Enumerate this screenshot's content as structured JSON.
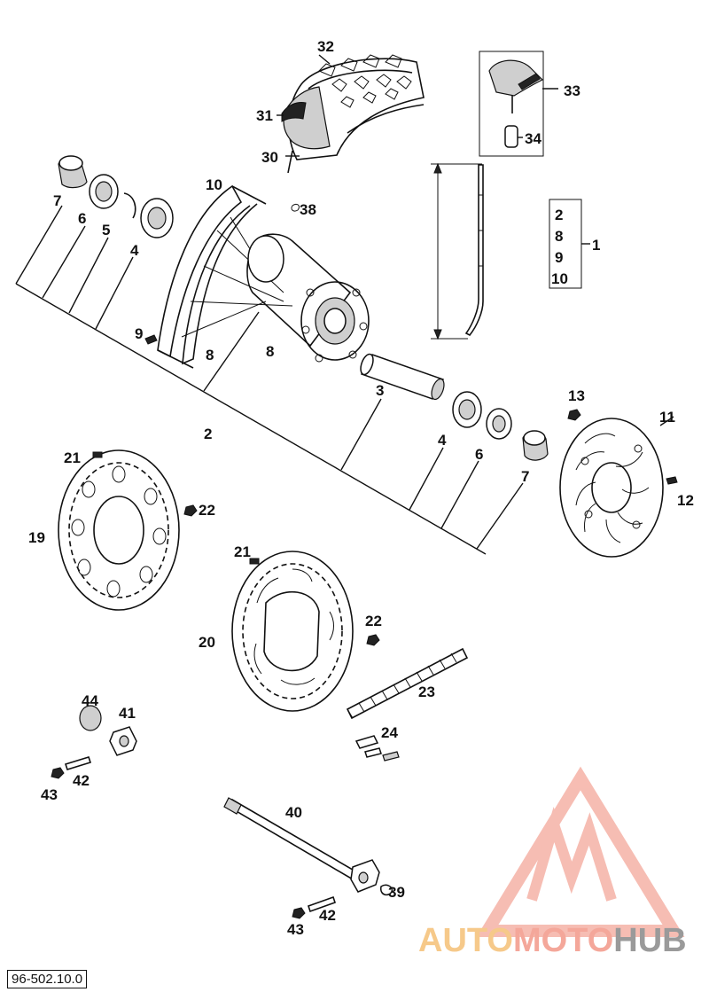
{
  "diagram": {
    "callouts": {
      "c1": "1",
      "c2a": "2",
      "c2b": "2",
      "c3": "3",
      "c4a": "4",
      "c4b": "4",
      "c5": "5",
      "c6a": "6",
      "c6b": "6",
      "c7a": "7",
      "c7b": "7",
      "c8a": "8",
      "c8b": "8",
      "c8k": "8",
      "c9": "9",
      "c9k": "9",
      "c10": "10",
      "c10k": "10",
      "c11": "11",
      "c12": "12",
      "c13": "13",
      "c19": "19",
      "c20": "20",
      "c21a": "21",
      "c21b": "21",
      "c22a": "22",
      "c22b": "22",
      "c23": "23",
      "c24": "24",
      "c30": "30",
      "c31": "31",
      "c32": "32",
      "c33": "33",
      "c34": "34",
      "c38": "38",
      "c39": "39",
      "c40": "40",
      "c41": "41",
      "c42a": "42",
      "c42b": "42",
      "c43a": "43",
      "c43b": "43",
      "c44": "44"
    },
    "reference": "96-502.10.0"
  },
  "watermark": {
    "part1": "AUTO",
    "part2": "MOTO",
    "part3": "HUB",
    "colors": {
      "red": "#f4a79a",
      "orange": "#f6c98a",
      "grey": "#9a9a9a"
    }
  }
}
